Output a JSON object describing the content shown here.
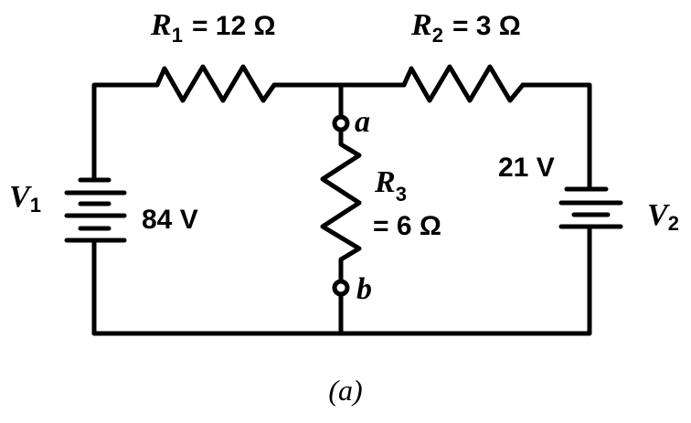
{
  "components": {
    "r1": {
      "symbol": "R",
      "sub": "1",
      "value": "= 12 Ω"
    },
    "r2": {
      "symbol": "R",
      "sub": "2",
      "value": "= 3 Ω"
    },
    "r3": {
      "symbol": "R",
      "sub": "3",
      "value": "= 6 Ω"
    },
    "v1": {
      "symbol": "V",
      "sub": "1",
      "value": "84 V"
    },
    "v2": {
      "symbol": "V",
      "sub": "2",
      "value": "21 V"
    }
  },
  "terminals": {
    "a": "a",
    "b": "b"
  },
  "caption": "(a)"
}
